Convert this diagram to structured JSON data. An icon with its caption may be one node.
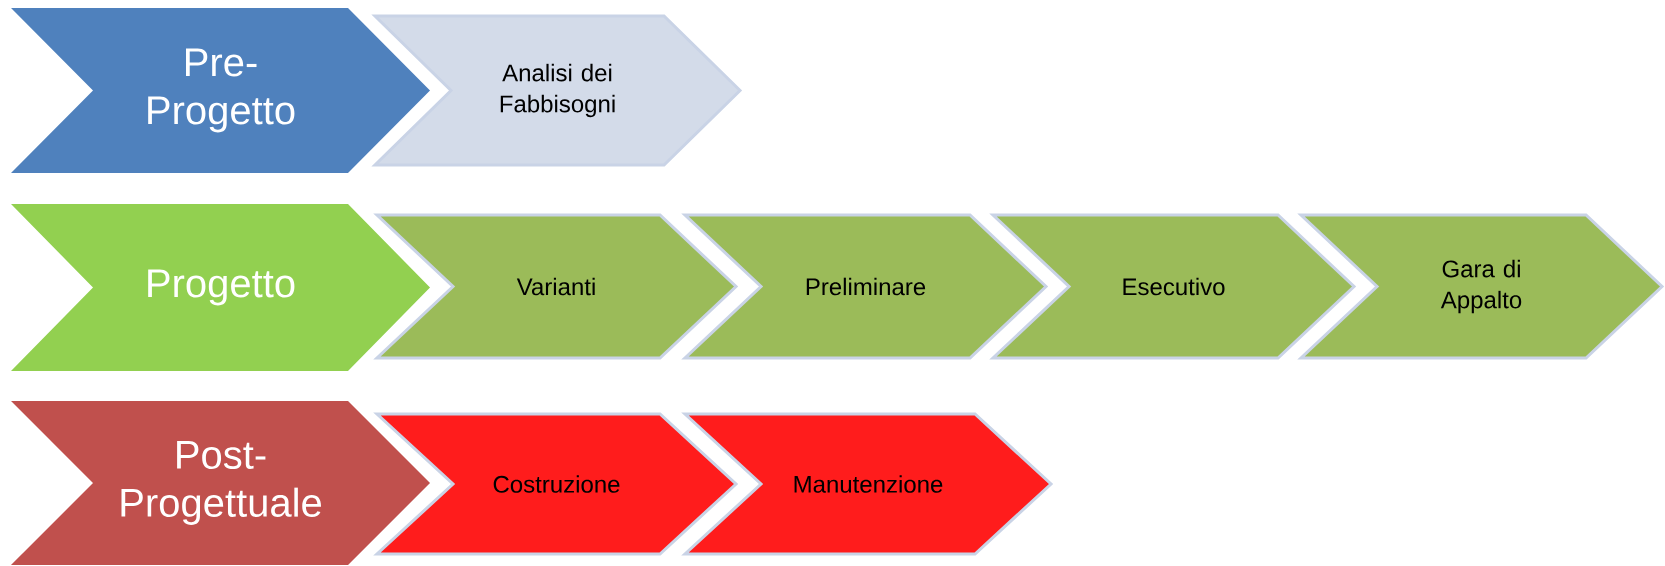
{
  "diagram": {
    "nodes": [
      {
        "text": [
          "Pre- Progetto"
        ]
      },
      {
        "text": [
          "Analisi dei Fabbisogni"
        ]
      },
      {
        "text": [
          "Progetto"
        ]
      },
      {
        "text": [
          "Varianti"
        ]
      },
      {
        "text": [
          "Preliminare"
        ]
      },
      {
        "text": [
          "Esecutivo"
        ]
      },
      {
        "text": [
          "Gara di Appalto"
        ]
      },
      {
        "text": [
          "Post- Progettuale"
        ]
      },
      {
        "text": [
          "Costruzione"
        ]
      },
      {
        "text": [
          "Manutenzione"
        ]
      }
    ]
  }
}
